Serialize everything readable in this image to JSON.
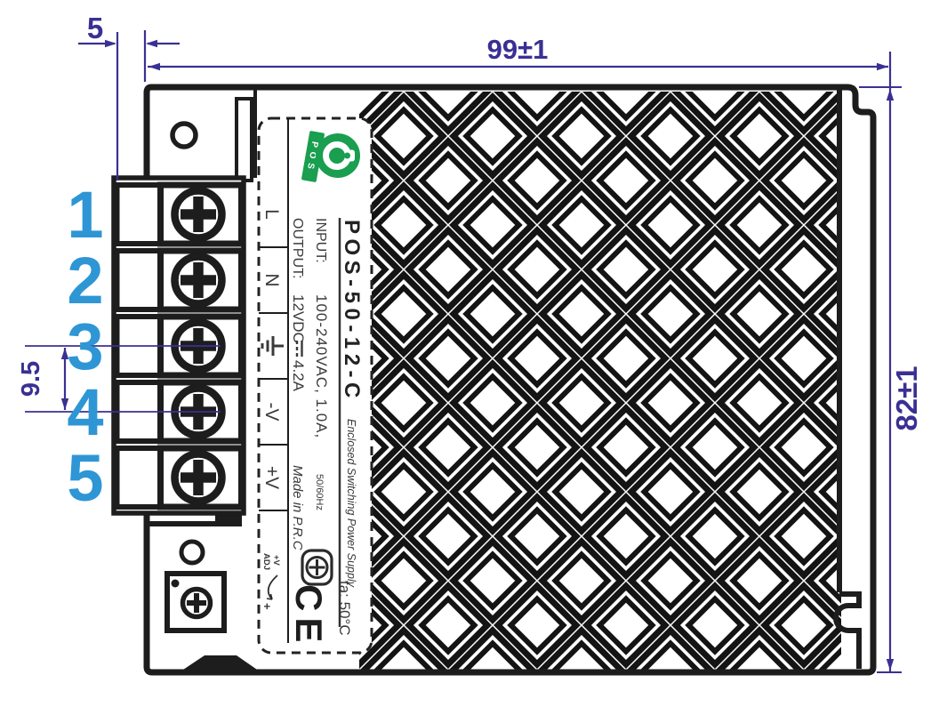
{
  "drawing": {
    "title_model": "POS-50-12-C",
    "dimensions": {
      "block_offset": "5",
      "width": "99±1",
      "height": "82±1",
      "pin_pitch": "9.5"
    },
    "pins": [
      "1",
      "2",
      "3",
      "4",
      "5"
    ],
    "label": {
      "model": "POS-50-12-C",
      "subtitle": "Enclosed Switching Power Supply",
      "input_label": "INPUT:",
      "input_value": "100-240VAC, 1.0A,",
      "input_freq": "50/60Hz",
      "output_label": "OUTPUT:",
      "output_value": "12VDC",
      "output_current": "4.2A",
      "made_in": "Made in P.R.C",
      "ta": "ta: 50°C",
      "ce_mark": "CE",
      "adj_line1": "+V",
      "adj_line2": "ADJ",
      "adj_plus": "+",
      "terminals": [
        "L",
        "N",
        "⏚",
        "-V",
        "+V"
      ],
      "terminal_l": "L",
      "terminal_n": "N",
      "terminal_minus": "-V",
      "terminal_plus": "+V"
    },
    "logo_text": "POS",
    "colors": {
      "line": "#1d1d1d",
      "dimension": "#3a3093",
      "pin_number": "#2e96d5",
      "label_text": "#3a3a3a",
      "logo_green": "#1a9e4f"
    }
  }
}
